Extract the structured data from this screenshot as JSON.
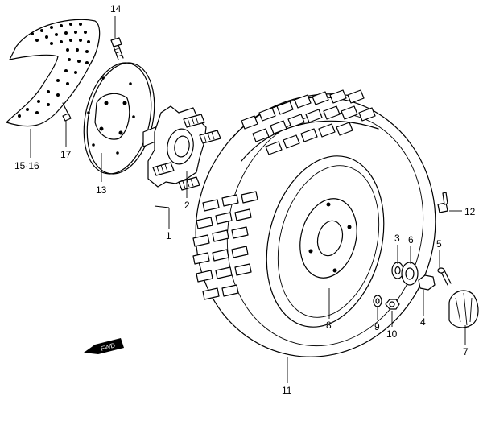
{
  "diagram": {
    "direction_badge": "FWD",
    "callouts": {
      "p14": "14",
      "p15_16": "15·16",
      "p17": "17",
      "p13": "13",
      "p2": "2",
      "p1": "1",
      "p12": "12",
      "p3": "3",
      "p6": "6",
      "p5": "5",
      "p4": "4",
      "p8": "8",
      "p9": "9",
      "p10": "10",
      "p7": "7",
      "p11": "11"
    }
  }
}
